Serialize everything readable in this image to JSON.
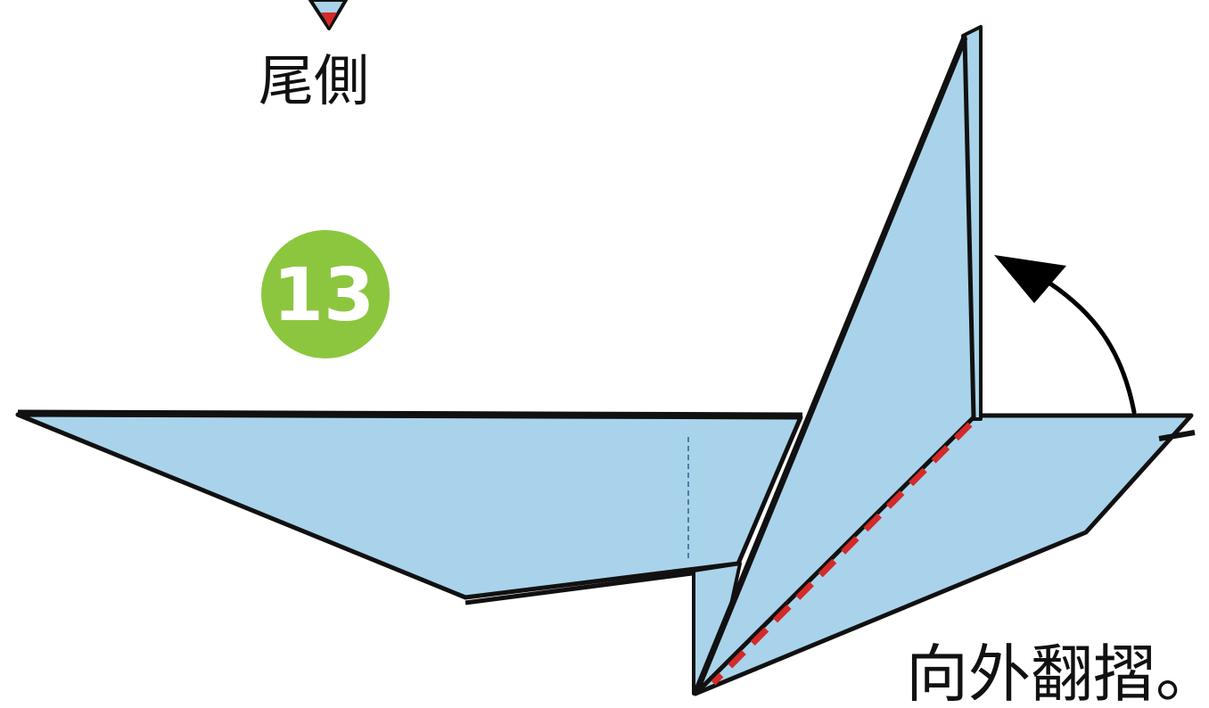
{
  "labels": {
    "tail_side": "尾側",
    "instruction": "向外翻摺。"
  },
  "step": {
    "number": "13"
  },
  "colors": {
    "paper_fill": "#a9d3ea",
    "outline": "#111111",
    "step_badge": "#8cc63f",
    "fold_line_red": "#d42a2a",
    "fold_line_blue": "#4a7fa6",
    "arrow": "#000000"
  },
  "icons": {
    "tail_marker": "triangle-down-icon",
    "fold_arrow": "curved-arrow-icon"
  }
}
